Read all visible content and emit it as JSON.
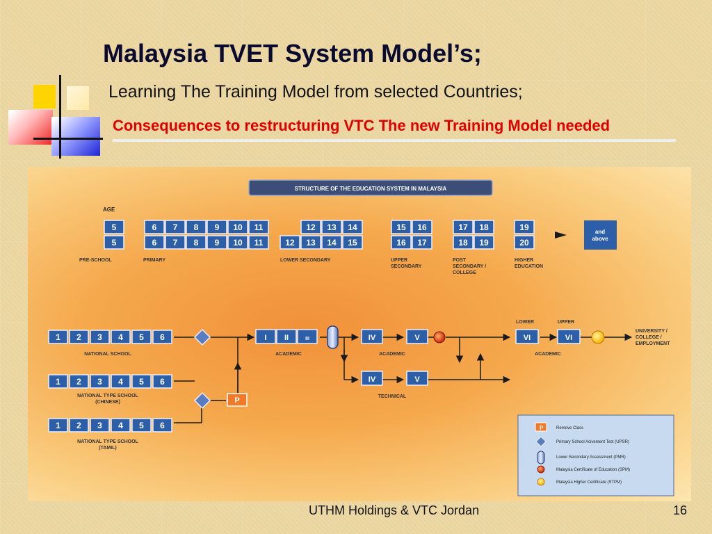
{
  "slide": {
    "title": "Malaysia TVET System Model’s;",
    "subtitle": "Learning The Training Model from selected Countries;",
    "highlight": "Consequences to restructuring VTC The new Training Model needed",
    "footer": "UTHM Holdings & VTC Jordan",
    "page_number": "16"
  },
  "colors": {
    "box_blue": "#2d5fa8",
    "title_red": "#e00000",
    "remove_class": "#f07a28",
    "spm_circle": "#d8341c",
    "stpm_circle": "#ffc21a"
  },
  "diagram": {
    "banner": "STRUCTURE OF THE EDUCATION SYSTEM IN MALAYSIA",
    "age_label": "AGE",
    "age_rows": [
      [
        "5",
        "6",
        "7",
        "8",
        "9",
        "10",
        "11",
        "12",
        "13",
        "14",
        "15",
        "16",
        "17",
        "18",
        "19"
      ],
      [
        "5",
        "6",
        "7",
        "8",
        "9",
        "10",
        "11",
        "12",
        "13",
        "14",
        "15",
        "16",
        "17",
        "18",
        "19",
        "20"
      ]
    ],
    "and_above": [
      "and",
      "above"
    ],
    "stage_labels": {
      "preschool": "PRE-SCHOOL",
      "primary": "PRIMARY",
      "lower_secondary": "LOWER SECONDARY",
      "upper_secondary": [
        "UPPER",
        "SECONDARY"
      ],
      "post_secondary": [
        "POST",
        "SECONDARY /",
        "COLLEGE"
      ],
      "higher_education": [
        "HIGHER",
        "EDUCATION"
      ]
    },
    "grades": [
      "1",
      "2",
      "3",
      "4",
      "5",
      "6"
    ],
    "school_labels": {
      "national": "NATIONAL SCHOOL",
      "chinese": [
        "NATIONAL TYPE SCHOOL",
        "(CHINESE)"
      ],
      "tamil": [
        "NATIONAL TYPE SCHOOL",
        "(TAMIL)"
      ]
    },
    "forms_lower": [
      "I",
      "II",
      "III"
    ],
    "forms_upper": [
      "IV",
      "V"
    ],
    "forms_six": [
      "VI",
      "VI"
    ],
    "remove_class_label": "P",
    "flow_labels": {
      "academic1": "ACADEMIC",
      "academic2": "ACADEMIC",
      "technical": "TECHNICAL",
      "academic3": "ACADEMIC",
      "lower": "LOWER",
      "upper": "UPPER",
      "destination": [
        "UNIVERSITY /",
        "COLLEGE /",
        "EMPLOYMENT"
      ]
    },
    "legend": [
      {
        "icon": "remove-class-icon",
        "label": "Remove Class"
      },
      {
        "icon": "upsr-diamond-icon",
        "label": "Primary School Acivement Test  (UPSR)"
      },
      {
        "icon": "pmr-capsule-icon",
        "label": "Lower Secondary Assessment (PMR)"
      },
      {
        "icon": "spm-circle-icon",
        "label": "Malaysia Certificate of Education (SPM)"
      },
      {
        "icon": "stpm-circle-icon",
        "label": "Malaysia Higher Certificate (STPM)"
      }
    ]
  }
}
